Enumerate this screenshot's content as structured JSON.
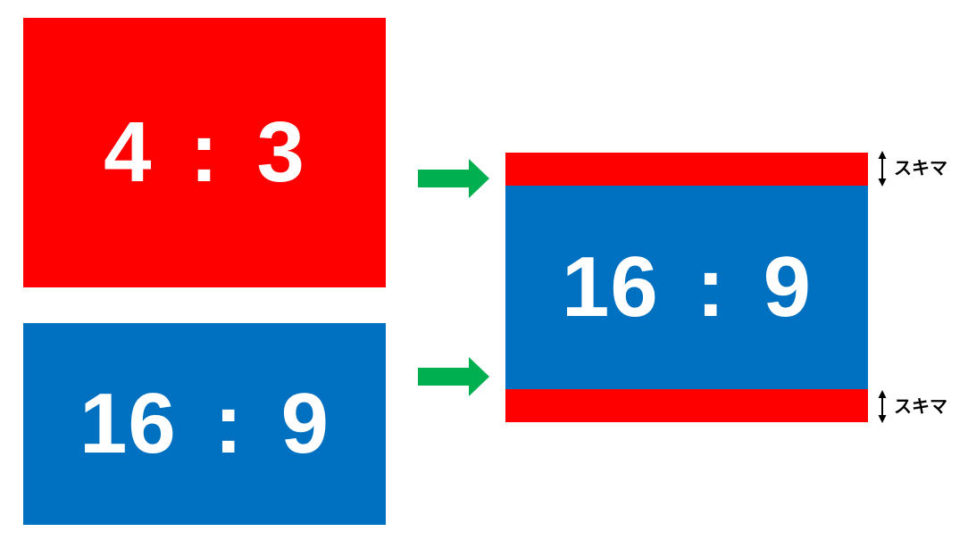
{
  "colors": {
    "frame_4_3_red": "#ff0000",
    "frame_16_9_blue": "#0070c0",
    "arrow_green": "#00b050",
    "ratio_text_white": "#ffffff",
    "annotation_black": "#000000",
    "background": "#ffffff"
  },
  "diagram": {
    "source_4_3": {
      "label": "4 : 3"
    },
    "source_16_9": {
      "label": "16 : 9"
    },
    "result": {
      "label": "16 : 9",
      "gap_top_label": "スキマ",
      "gap_bottom_label": "スキマ"
    }
  }
}
